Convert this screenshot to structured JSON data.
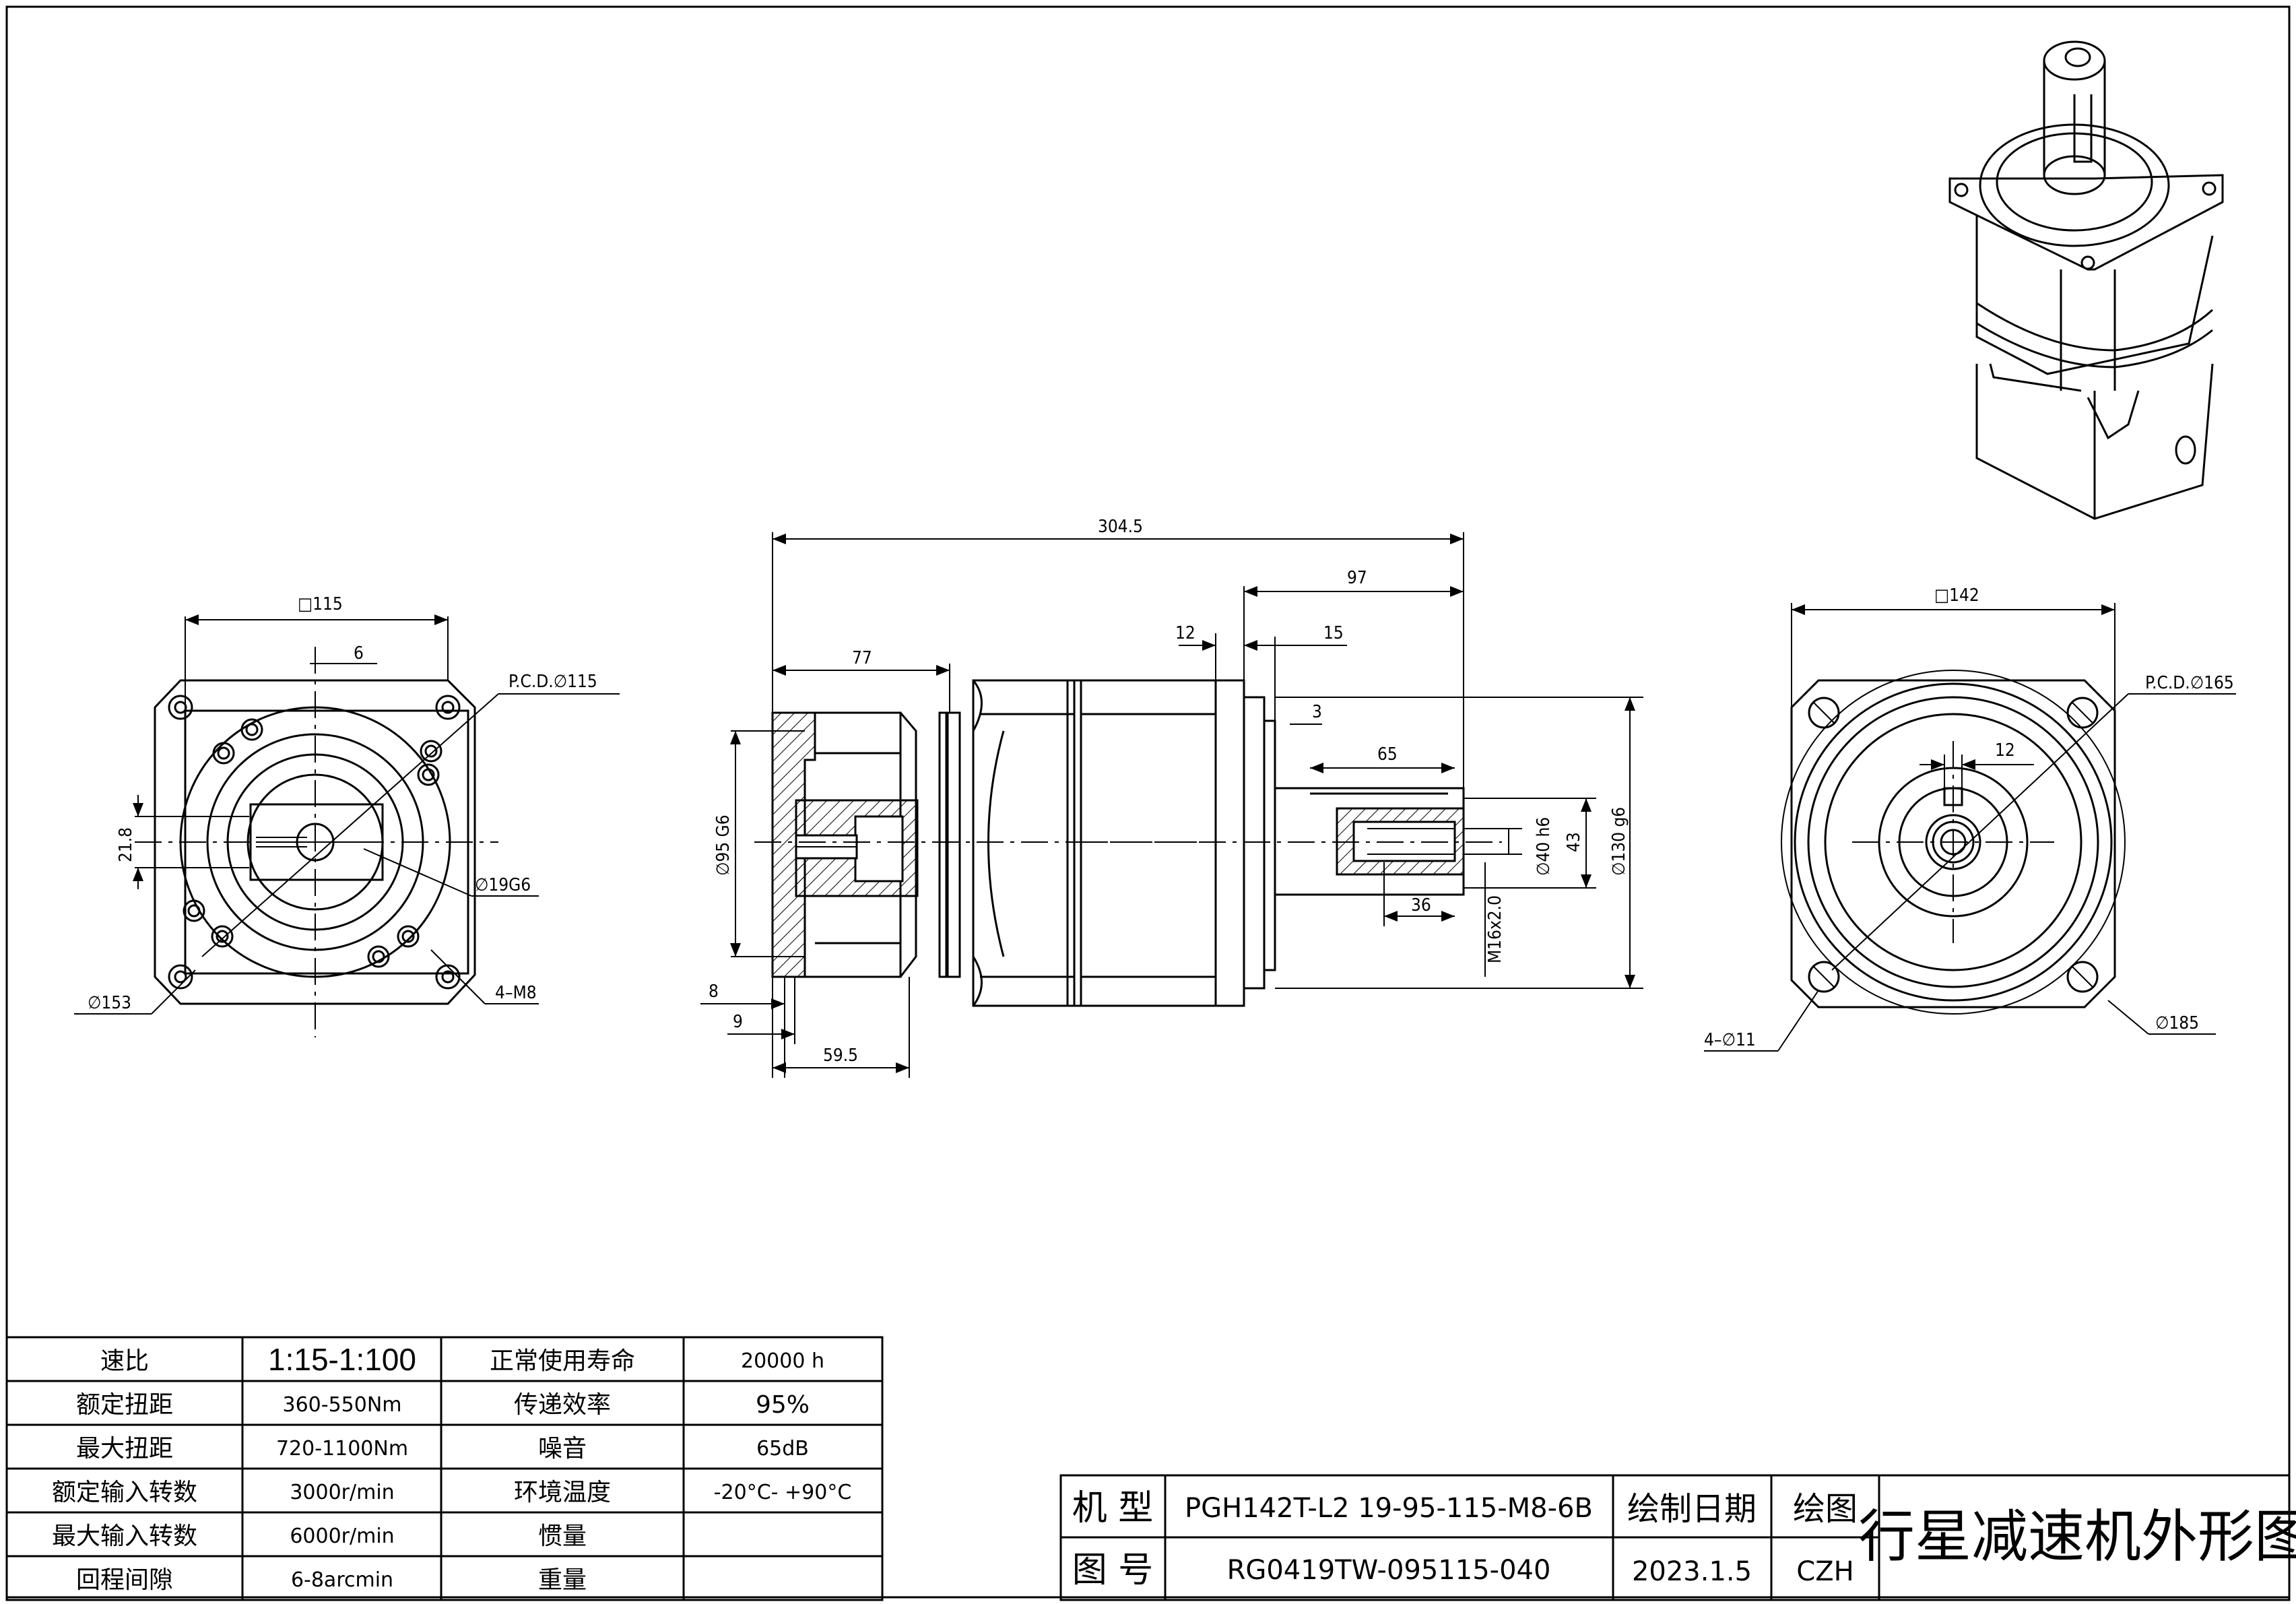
{
  "drawing": {
    "left_view": {
      "square": "□115",
      "key_width": "6",
      "pcd": "P.C.D.∅115",
      "shaft_height": "21.8",
      "bore": "∅19G6",
      "outer_dia": "∅153",
      "screws": "4–M8"
    },
    "side_view": {
      "overall_length": "304.5",
      "output_length": "97",
      "flange_thk": "12",
      "shoulder": "15",
      "step": "3",
      "input_len": "77",
      "key_len": "65",
      "thread_depth": "36",
      "spigot_in": "∅95 G6",
      "shaft_dia": "∅40 h6",
      "key_height": "43",
      "spigot_out": "∅130 g6",
      "thread": "M16x2.0",
      "dim_8": "8",
      "dim_9": "9",
      "dim_59_5": "59.5"
    },
    "right_view": {
      "square": "□142",
      "pcd": "P.C.D.∅165",
      "key_width": "12",
      "holes": "4–∅11",
      "outer_dia": "∅185"
    }
  },
  "spec_table": {
    "rows": [
      {
        "label1": "速比",
        "value1": "1:15-1:100",
        "label2": "正常使用寿命",
        "value2": "20000 h"
      },
      {
        "label1": "额定扭距",
        "value1": "360-550Nm",
        "label2": "传递效率",
        "value2": "95%"
      },
      {
        "label1": "最大扭距",
        "value1": "720-1100Nm",
        "label2": "噪音",
        "value2": "65dB"
      },
      {
        "label1": "额定输入转数",
        "value1": "3000r/min",
        "label2": "环境温度",
        "value2": "-20°C- +90°C"
      },
      {
        "label1": "最大输入转数",
        "value1": "6000r/min",
        "label2": "惯量",
        "value2": ""
      },
      {
        "label1": "回程间隙",
        "value1": "6-8arcmin",
        "label2": "重量",
        "value2": ""
      }
    ]
  },
  "title_block": {
    "model_label": "机 型",
    "model_value": "PGH142T-L2 19-95-115-M8-6B",
    "date_label": "绘制日期",
    "drawer_label": "绘图",
    "title": "行星减速机外形图",
    "drawing_no_label": "图 号",
    "drawing_no": "RG0419TW-095115-040",
    "date": "2023.1.5",
    "drawer": "CZH"
  },
  "colors": {
    "line": "#000000",
    "background": "#ffffff"
  }
}
